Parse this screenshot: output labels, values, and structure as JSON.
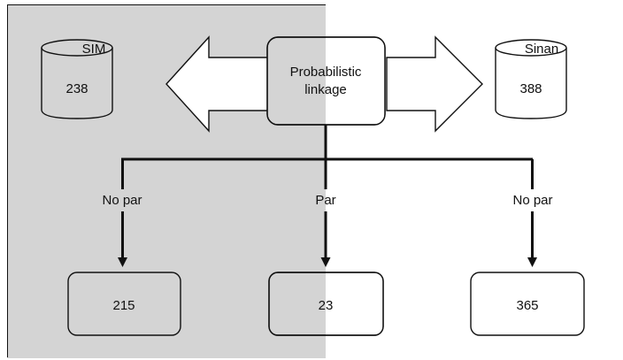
{
  "colors": {
    "shade": "#d4d4d4",
    "stroke": "#111111",
    "background": "#ffffff"
  },
  "databases": {
    "sim": {
      "name": "SIM",
      "count": "238"
    },
    "sinan": {
      "name": "Sinan",
      "count": "388"
    }
  },
  "linkage": {
    "line1": "Probabilistic",
    "line2": "linkage"
  },
  "branches": {
    "left": {
      "label": "No par",
      "result": "215"
    },
    "center": {
      "label": "Par",
      "result": "23"
    },
    "right": {
      "label": "No par",
      "result": "365"
    }
  }
}
